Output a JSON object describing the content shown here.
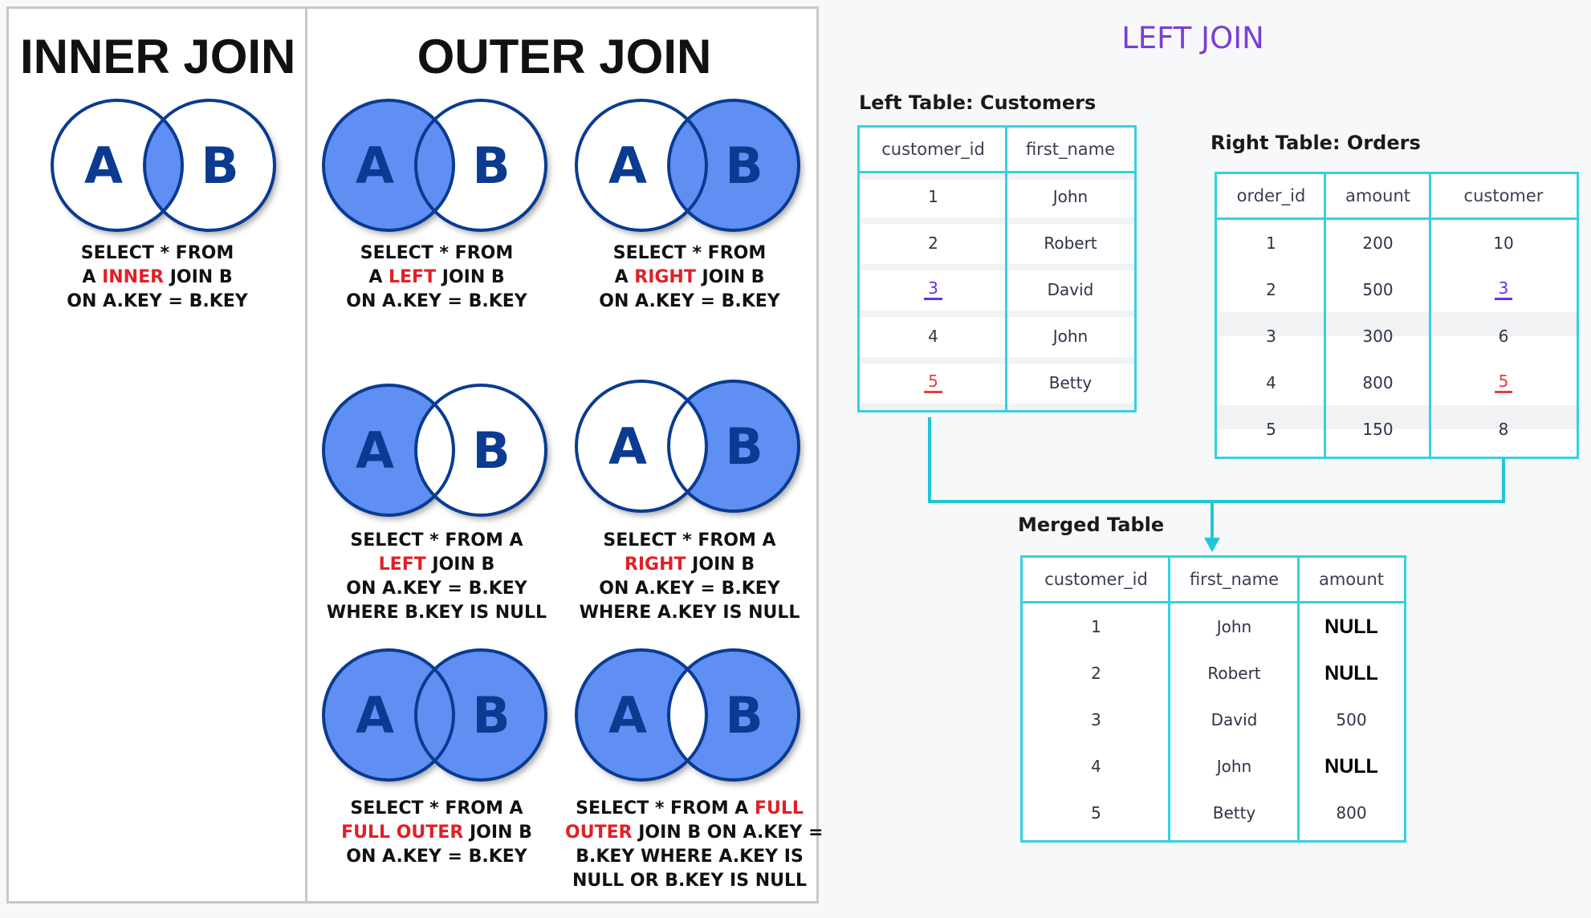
{
  "inner_title": "INNER JOIN",
  "outer_title": "OUTER JOIN",
  "colors": {
    "venn_fill": "#5f8ff2",
    "venn_stroke": "#0a3b91",
    "venn_letter": "#0a3b91",
    "keyword": "#e21f26",
    "table_border": "#35d1e0",
    "left_join_title": "#7a3ed6"
  },
  "diagrams": [
    {
      "id": "inner",
      "letter_a": "A",
      "letter_b": "B",
      "fill_a_only": false,
      "fill_overlap": true,
      "fill_b_only": false,
      "lines": [
        [
          {
            "t": "SELECT * FROM"
          }
        ],
        [
          {
            "t": "A "
          },
          {
            "t": "INNER",
            "k": true
          },
          {
            "t": " JOIN B"
          }
        ],
        [
          {
            "t": "ON A.KEY = B.KEY"
          }
        ]
      ]
    },
    {
      "id": "left",
      "letter_a": "A",
      "letter_b": "B",
      "fill_a_only": true,
      "fill_overlap": true,
      "fill_b_only": false,
      "lines": [
        [
          {
            "t": "SELECT * FROM"
          }
        ],
        [
          {
            "t": "A "
          },
          {
            "t": "LEFT",
            "k": true
          },
          {
            "t": " JOIN B"
          }
        ],
        [
          {
            "t": "ON A.KEY = B.KEY"
          }
        ]
      ]
    },
    {
      "id": "right",
      "letter_a": "A",
      "letter_b": "B",
      "fill_a_only": false,
      "fill_overlap": true,
      "fill_b_only": true,
      "lines": [
        [
          {
            "t": "SELECT * FROM"
          }
        ],
        [
          {
            "t": "A "
          },
          {
            "t": "RIGHT",
            "k": true
          },
          {
            "t": " JOIN B"
          }
        ],
        [
          {
            "t": "ON A.KEY = B.KEY"
          }
        ]
      ]
    },
    {
      "id": "left-excl",
      "letter_a": "A",
      "letter_b": "B",
      "fill_a_only": true,
      "fill_overlap": false,
      "fill_b_only": false,
      "lines": [
        [
          {
            "t": "SELECT * FROM A"
          }
        ],
        [
          {
            "t": "LEFT",
            "k": true
          },
          {
            "t": " JOIN B"
          }
        ],
        [
          {
            "t": "ON A.KEY = B.KEY"
          }
        ],
        [
          {
            "t": "WHERE B.KEY IS NULL"
          }
        ]
      ]
    },
    {
      "id": "right-excl",
      "letter_a": "A",
      "letter_b": "B",
      "fill_a_only": false,
      "fill_overlap": false,
      "fill_b_only": true,
      "lines": [
        [
          {
            "t": "SELECT * FROM A"
          }
        ],
        [
          {
            "t": "RIGHT",
            "k": true
          },
          {
            "t": " JOIN B"
          }
        ],
        [
          {
            "t": "ON A.KEY = B.KEY"
          }
        ],
        [
          {
            "t": "WHERE A.KEY IS NULL"
          }
        ]
      ]
    },
    {
      "id": "full",
      "letter_a": "A",
      "letter_b": "B",
      "fill_a_only": true,
      "fill_overlap": true,
      "fill_b_only": true,
      "lines": [
        [
          {
            "t": "SELECT * FROM A"
          }
        ],
        [
          {
            "t": "FULL OUTER",
            "k": true
          },
          {
            "t": " JOIN B"
          }
        ],
        [
          {
            "t": "ON A.KEY = B.KEY"
          }
        ]
      ]
    },
    {
      "id": "full-excl",
      "letter_a": "A",
      "letter_b": "B",
      "fill_a_only": true,
      "fill_overlap": false,
      "fill_b_only": true,
      "lines": [
        [
          {
            "t": "SELECT * FROM A "
          },
          {
            "t": "FULL",
            "k": true
          }
        ],
        [
          {
            "t": "OUTER",
            "k": true
          },
          {
            "t": " JOIN B ON A.KEY ="
          }
        ],
        [
          {
            "t": "B.KEY WHERE A.KEY IS"
          }
        ],
        [
          {
            "t": "NULL OR B.KEY IS NULL"
          }
        ]
      ]
    }
  ],
  "left_join": {
    "title": "LEFT JOIN",
    "customers": {
      "label": "Left Table: Customers",
      "headers": [
        "customer_id",
        "first_name"
      ],
      "rows": [
        [
          {
            "v": "1"
          },
          {
            "v": "John"
          }
        ],
        [
          {
            "v": "2"
          },
          {
            "v": "Robert"
          }
        ],
        [
          {
            "v": "3",
            "m": "purple"
          },
          {
            "v": "David"
          }
        ],
        [
          {
            "v": "4"
          },
          {
            "v": "John"
          }
        ],
        [
          {
            "v": "5",
            "m": "red"
          },
          {
            "v": "Betty"
          }
        ]
      ]
    },
    "orders": {
      "label": "Right Table: Orders",
      "headers": [
        "order_id",
        "amount",
        "customer"
      ],
      "rows": [
        [
          {
            "v": "1"
          },
          {
            "v": "200"
          },
          {
            "v": "10"
          }
        ],
        [
          {
            "v": "2"
          },
          {
            "v": "500"
          },
          {
            "v": "3",
            "m": "purple"
          }
        ],
        [
          {
            "v": "3"
          },
          {
            "v": "300"
          },
          {
            "v": "6"
          }
        ],
        [
          {
            "v": "4"
          },
          {
            "v": "800"
          },
          {
            "v": "5",
            "m": "red"
          }
        ],
        [
          {
            "v": "5"
          },
          {
            "v": "150"
          },
          {
            "v": "8"
          }
        ]
      ]
    },
    "merged": {
      "label": "Merged Table",
      "headers": [
        "customer_id",
        "first_name",
        "amount"
      ],
      "rows": [
        [
          {
            "v": "1"
          },
          {
            "v": "John"
          },
          {
            "v": "NULL",
            "m": "null"
          }
        ],
        [
          {
            "v": "2"
          },
          {
            "v": "Robert"
          },
          {
            "v": "NULL",
            "m": "null"
          }
        ],
        [
          {
            "v": "3"
          },
          {
            "v": "David"
          },
          {
            "v": "500"
          }
        ],
        [
          {
            "v": "4"
          },
          {
            "v": "John"
          },
          {
            "v": "NULL",
            "m": "null"
          }
        ],
        [
          {
            "v": "5"
          },
          {
            "v": "Betty"
          },
          {
            "v": "800"
          }
        ]
      ]
    }
  }
}
